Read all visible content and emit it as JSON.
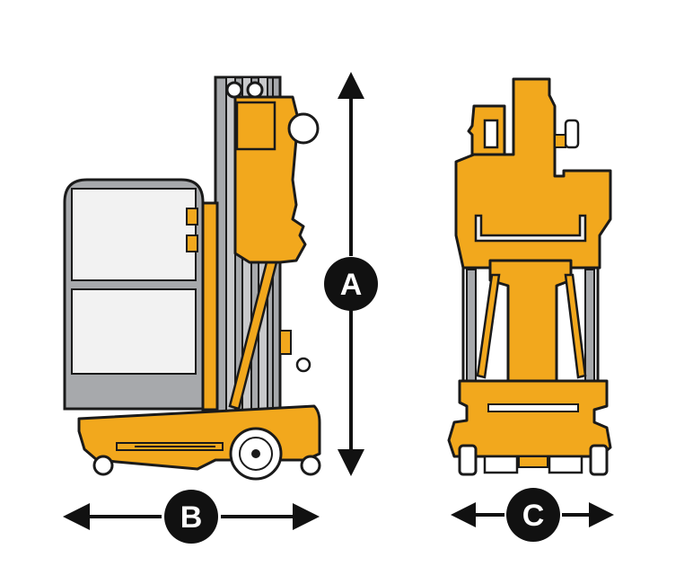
{
  "dimensions": {
    "height_label": "A",
    "length_label": "B",
    "width_label": "C"
  },
  "colors": {
    "machine": "#f2a81d",
    "mast": "#a7a9ac",
    "mast_light": "#c8c9cb",
    "outline": "#1a1a1a",
    "basket": "#a7a9ac",
    "basket_panel": "#f2f2f2",
    "arrow": "#111111",
    "badge": "#111111",
    "wheel": "#ffffff"
  },
  "views": {
    "side": "side-view-lift",
    "front": "front-view-lift"
  }
}
